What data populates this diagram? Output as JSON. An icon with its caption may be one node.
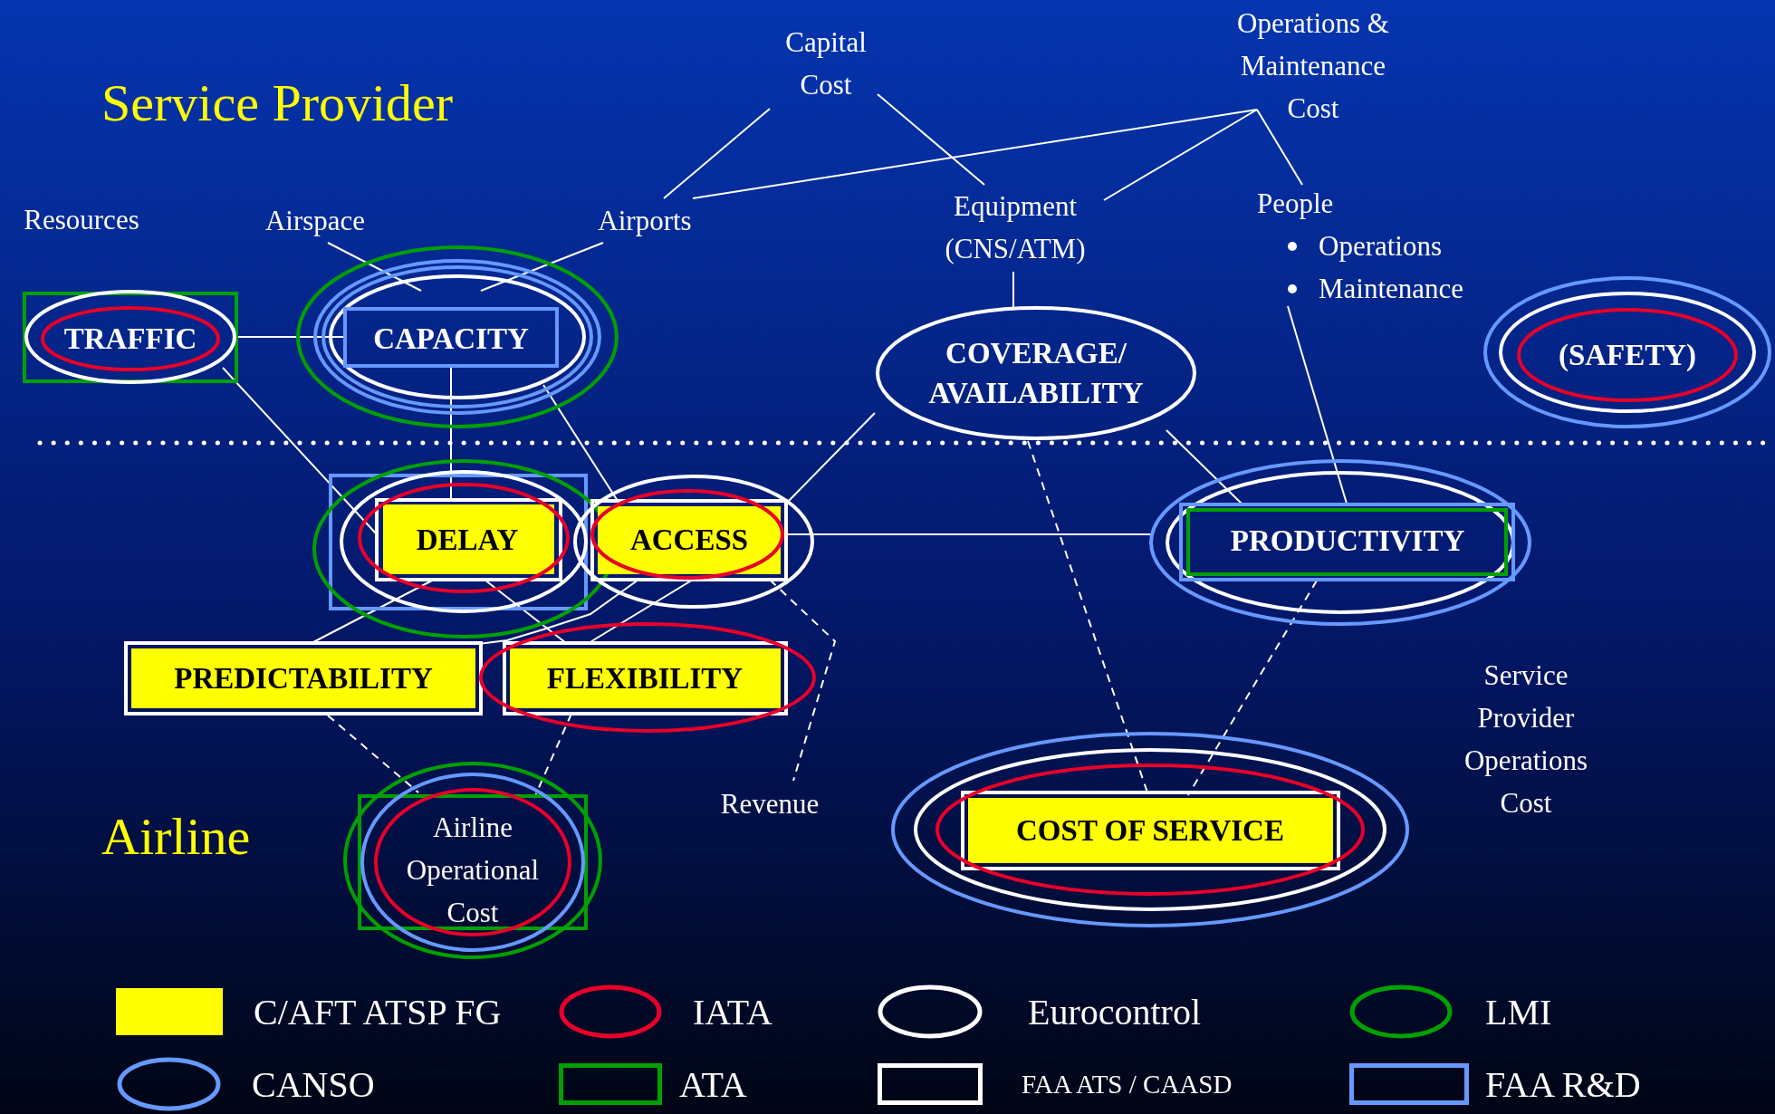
{
  "diagram": {
    "nodes": [
      {
        "text": [
          "Capital Cost"
        ]
      },
      {
        "text": [
          "Operations & Maintenance Cost"
        ]
      },
      {
        "text": [
          "Resources"
        ]
      },
      {
        "text": [
          "Airspace"
        ]
      },
      {
        "text": [
          "Airports"
        ]
      },
      {
        "text": [
          "Equipment (CNS/ATM)"
        ]
      },
      {
        "text": [
          "People",
          "Operations",
          "Maintenance"
        ]
      },
      {
        "text": [
          "TRAFFIC"
        ]
      },
      {
        "text": [
          "CAPACITY"
        ]
      },
      {
        "text": [
          "COVERAGE/ AVAILABILITY"
        ]
      },
      {
        "text": [
          "(SAFETY)"
        ]
      },
      {
        "text": [
          "DELAY"
        ]
      },
      {
        "text": [
          "ACCESS"
        ]
      },
      {
        "text": [
          "PRODUCTIVITY"
        ]
      },
      {
        "text": [
          "PREDICTABILITY"
        ]
      },
      {
        "text": [
          "FLEXIBILITY"
        ]
      },
      {
        "text": [
          "Airline Operational Cost"
        ]
      },
      {
        "text": [
          "Revenue"
        ]
      },
      {
        "text": [
          "COST OF SERVICE"
        ]
      },
      {
        "text": [
          "Service Provider Operations Cost"
        ]
      }
    ],
    "edges": [
      {
        "from": 0,
        "to": 4,
        "arrow": "none"
      },
      {
        "from": 1,
        "to": 4,
        "arrow": "none"
      },
      {
        "from": 0,
        "to": 5,
        "arrow": "none"
      },
      {
        "from": 1,
        "to": 5,
        "arrow": "none"
      },
      {
        "from": 1,
        "to": 6,
        "arrow": "none"
      },
      {
        "from": 3,
        "to": 8,
        "arrow": "none"
      },
      {
        "from": 4,
        "to": 8,
        "arrow": "none"
      },
      {
        "from": 7,
        "to": 8,
        "arrow": "none"
      },
      {
        "from": 7,
        "to": 11,
        "arrow": "none"
      },
      {
        "from": 8,
        "to": 11,
        "arrow": "none"
      },
      {
        "from": 8,
        "to": 12,
        "arrow": "none"
      },
      {
        "from": 5,
        "to": 9,
        "arrow": "none"
      },
      {
        "from": 9,
        "to": 12,
        "arrow": "none"
      },
      {
        "from": 9,
        "to": 13,
        "arrow": "none"
      },
      {
        "from": 6,
        "to": 13,
        "arrow": "none"
      },
      {
        "from": 12,
        "to": 13,
        "arrow": "none"
      },
      {
        "from": 11,
        "to": 14,
        "arrow": "none"
      },
      {
        "from": 12,
        "to": 14,
        "arrow": "none"
      },
      {
        "from": 11,
        "to": 15,
        "arrow": "none"
      },
      {
        "from": 12,
        "to": 15,
        "arrow": "none"
      },
      {
        "from": 14,
        "to": 16,
        "arrow": "none",
        "style": "dashed"
      },
      {
        "from": 15,
        "to": 16,
        "arrow": "none",
        "style": "dashed"
      },
      {
        "from": 12,
        "to": 17,
        "arrow": "none",
        "style": "dashed"
      },
      {
        "from": 9,
        "to": 18,
        "arrow": "none",
        "style": "dashed"
      },
      {
        "from": 13,
        "to": 18,
        "arrow": "none",
        "style": "dashed"
      }
    ],
    "labels": [
      "Service Provider",
      "Airline"
    ],
    "legend": [
      {
        "text": "C/AFT ATSP FG",
        "color": "#ffff00"
      },
      {
        "text": "IATA"
      },
      {
        "text": "Eurocontrol"
      },
      {
        "text": "LMI"
      },
      {
        "text": "CANSO"
      },
      {
        "text": "ATA"
      },
      {
        "text": "FAA ATS / CAASD"
      },
      {
        "text": "FAA R&D"
      }
    ]
  }
}
